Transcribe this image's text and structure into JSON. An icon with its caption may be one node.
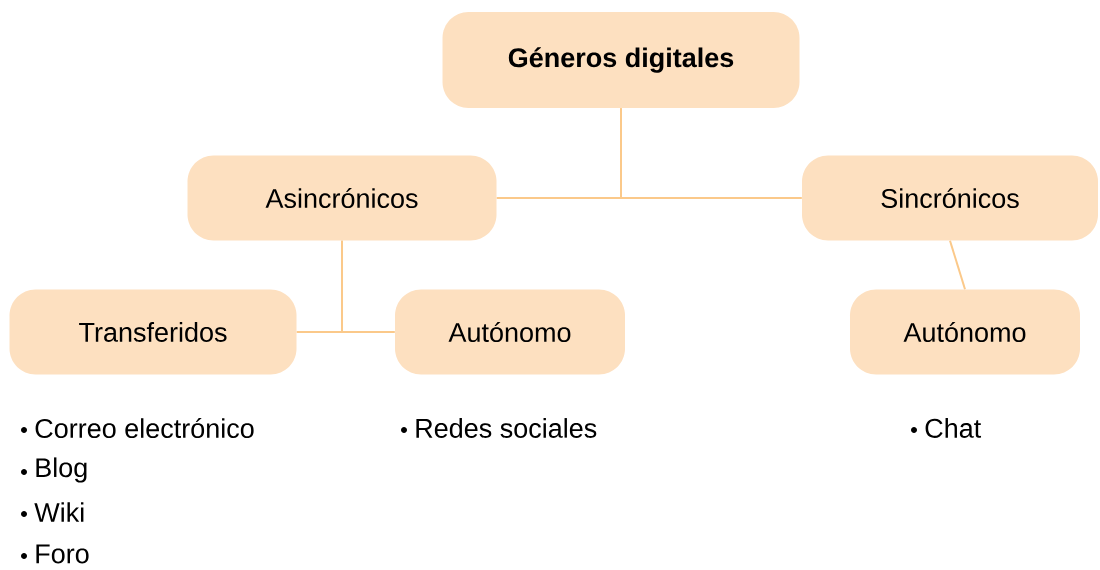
{
  "diagram": {
    "nodes": [
      {
        "text": [
          "Géneros digitales"
        ]
      },
      {
        "text": [
          "Asincrónicos"
        ]
      },
      {
        "text": [
          "Sincrónicos"
        ]
      },
      {
        "text": [
          "Transferidos"
        ],
        "beside": [
          "Correo electrónico",
          "Blog",
          "Wiki",
          "Foro"
        ]
      },
      {
        "text": [
          "Autónomo"
        ],
        "beside": [
          "Redes sociales"
        ]
      },
      {
        "text": [
          "Autónomo"
        ],
        "beside": [
          "Chat"
        ]
      }
    ],
    "edges": [
      {
        "from": 0,
        "to": 1,
        "arrow": "none"
      },
      {
        "from": 0,
        "to": 2,
        "arrow": "none"
      },
      {
        "from": 1,
        "to": 3,
        "arrow": "none"
      },
      {
        "from": 1,
        "to": 4,
        "arrow": "none"
      },
      {
        "from": 2,
        "to": 5,
        "arrow": "none"
      }
    ]
  }
}
